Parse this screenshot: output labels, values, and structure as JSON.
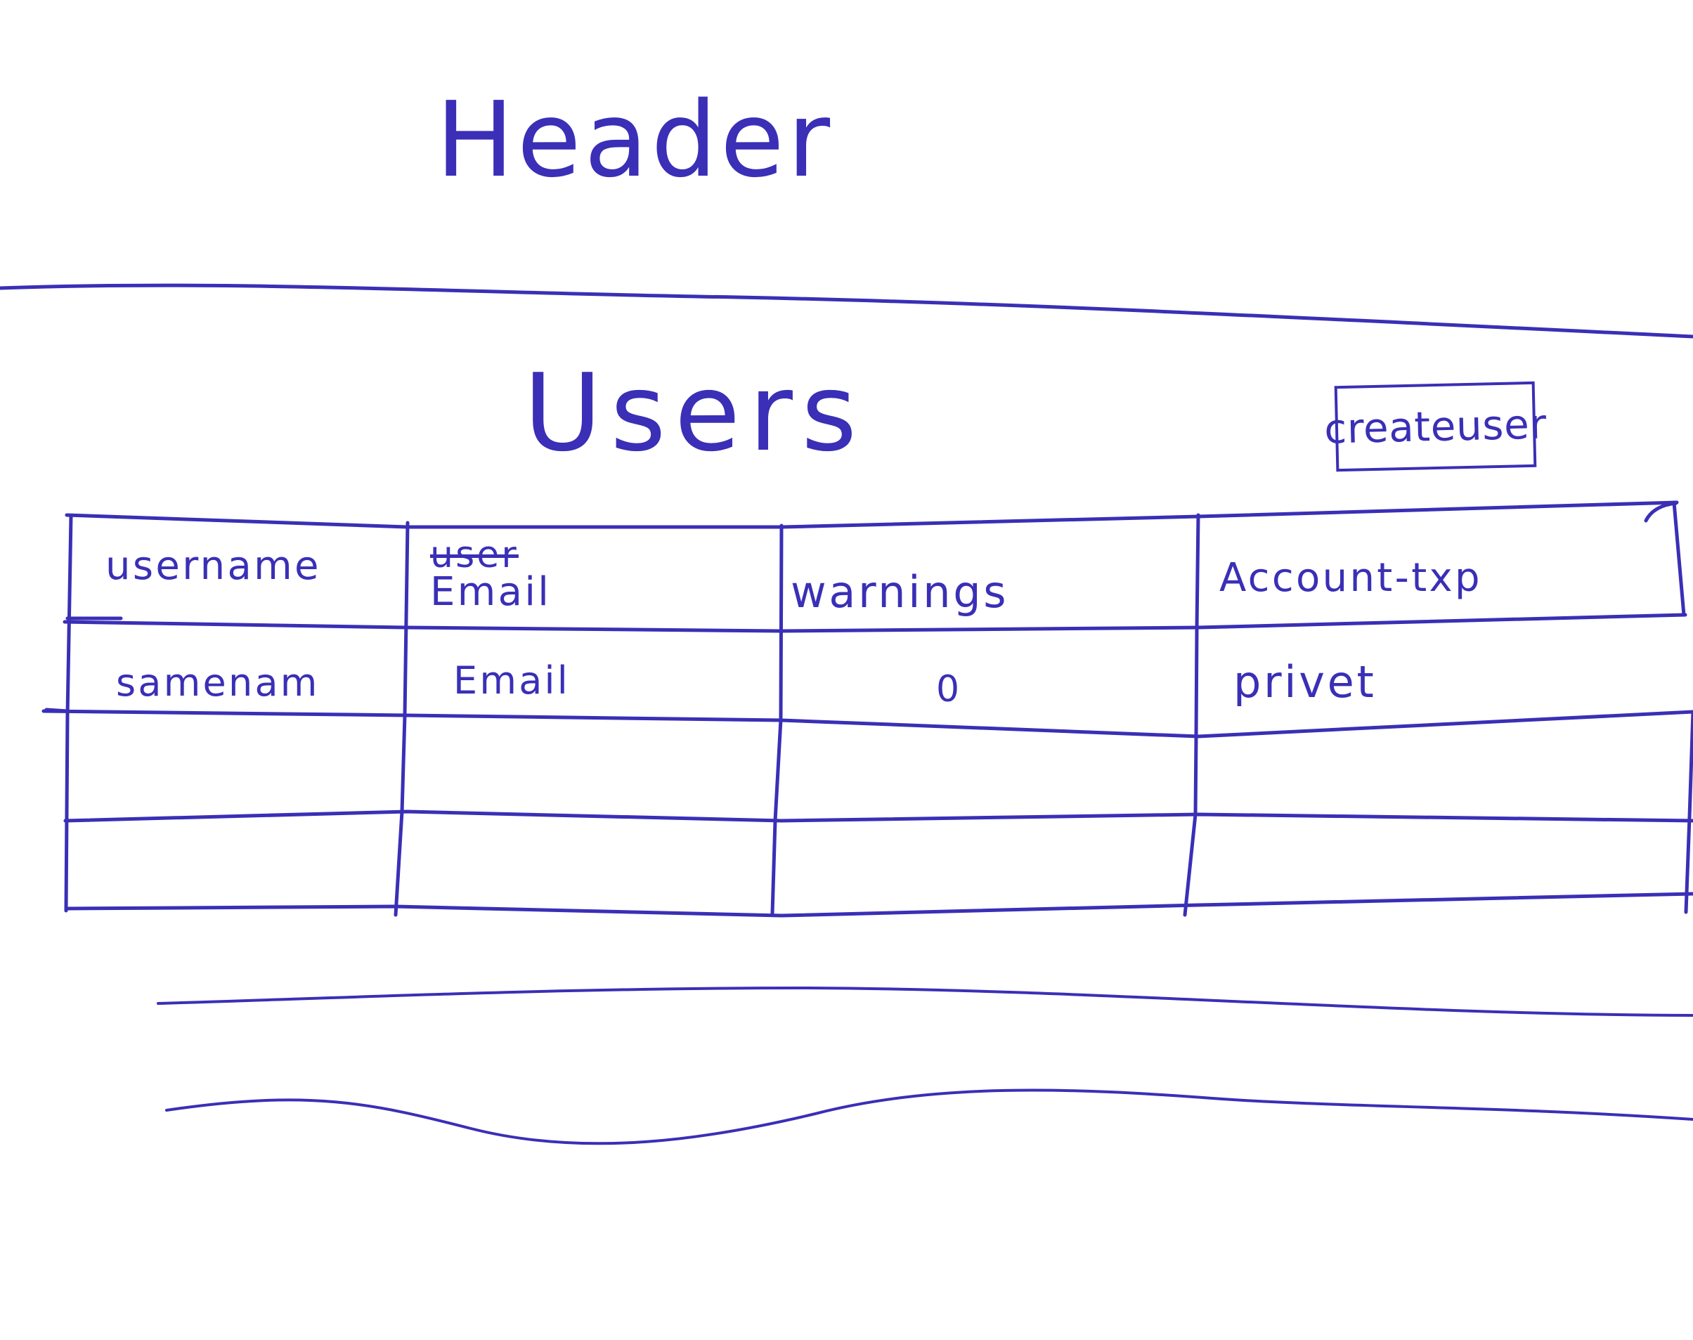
{
  "page": {
    "header_label": "Header",
    "title": "Users"
  },
  "toolbar": {
    "create_user_label": "createuser"
  },
  "table": {
    "columns": [
      {
        "label": "username"
      },
      {
        "label": "Email",
        "struck_text": "user"
      },
      {
        "label": "warnings"
      },
      {
        "label": "Account-txp"
      }
    ],
    "rows": [
      {
        "cells": [
          "samenam",
          "Email",
          "0",
          "privet"
        ]
      },
      {
        "cells": [
          "",
          "",
          "",
          ""
        ]
      },
      {
        "cells": [
          "",
          "",
          "",
          ""
        ]
      }
    ]
  },
  "colors": {
    "ink": "#3a2fb6",
    "paper": "#ffffff"
  }
}
